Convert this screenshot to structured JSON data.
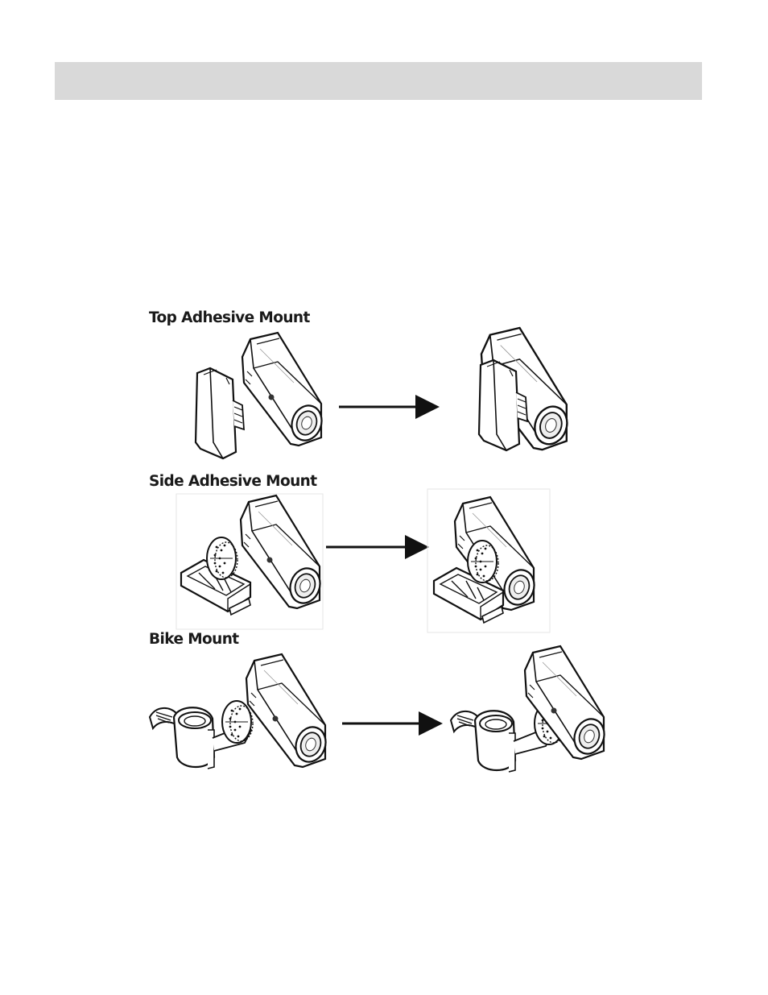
{
  "sections": [
    {
      "label": "Top Adhesive Mount",
      "mount": "adhesive-top"
    },
    {
      "label": "Side Adhesive Mount",
      "mount": "adhesive-side"
    },
    {
      "label": "Bike Mount",
      "mount": "bike-clamp"
    }
  ],
  "colors": {
    "header_bar": "#d9d9d9",
    "line": "#111111"
  }
}
